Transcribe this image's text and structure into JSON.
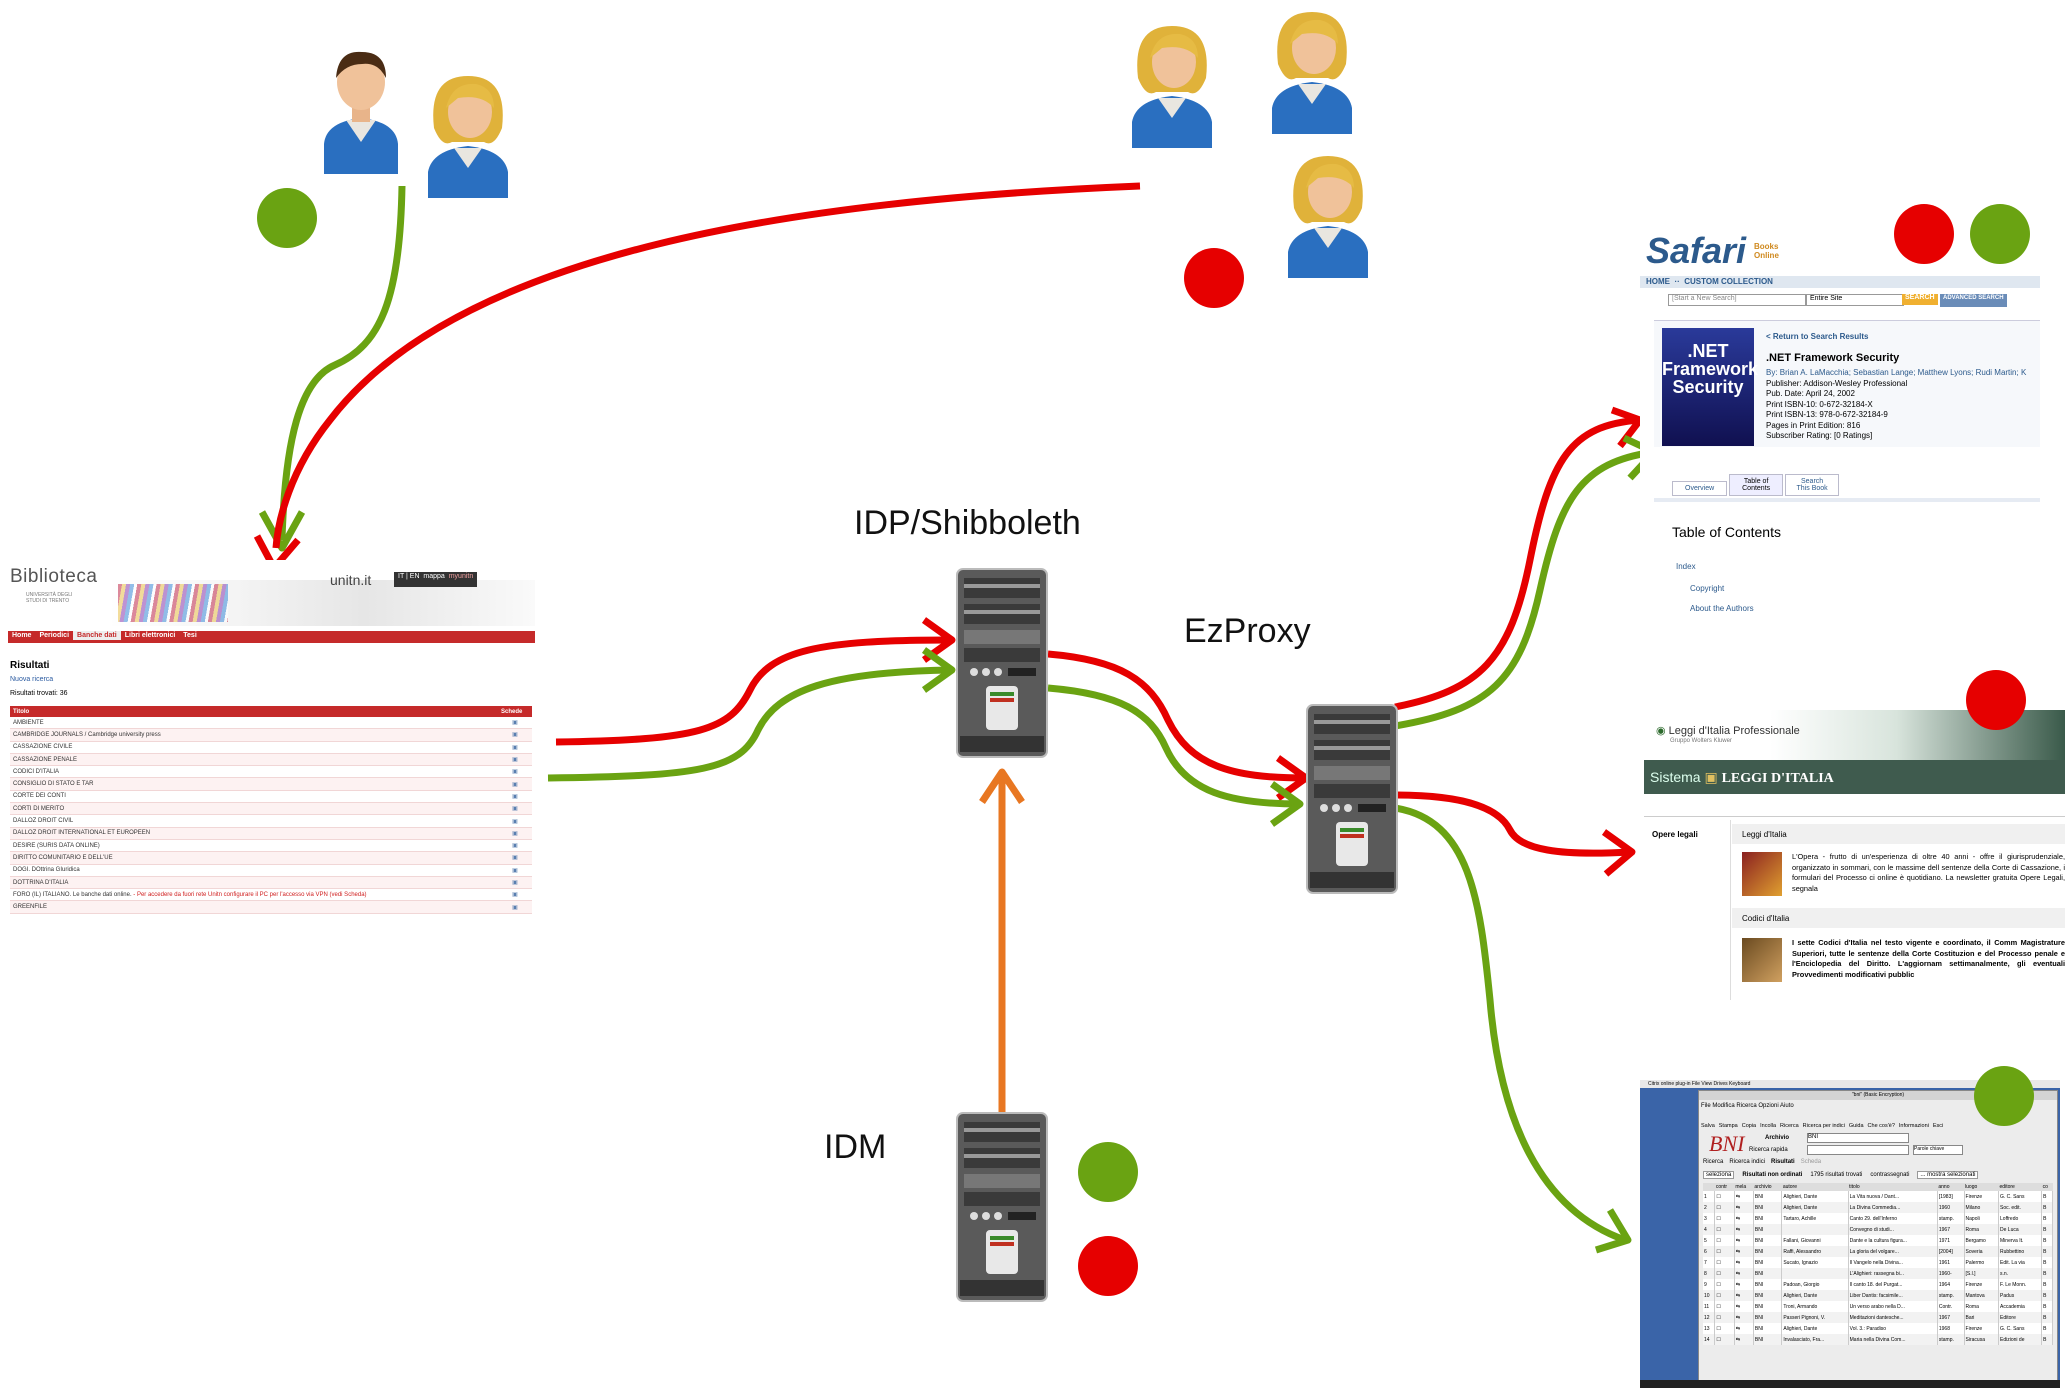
{
  "labels": {
    "idp": "IDP/Shibboleth",
    "ezproxy": "EzProxy",
    "idm": "IDM"
  },
  "colors": {
    "allowed": "#6aa312",
    "denied": "#e60000",
    "idm_link": "#e87722"
  },
  "biblioteca": {
    "brand": "Biblioteca",
    "university": "UNIVERSITÀ DEGLI STUDI DI TRENTO",
    "site": "unitn.it",
    "lang": "IT | EN",
    "map": "mappa",
    "portal": "myunitn",
    "nav": [
      "Home",
      "Periodici",
      "Banche dati",
      "Libri elettronici",
      "Tesi"
    ],
    "heading": "Risultati",
    "new_search": "Nuova ricerca",
    "results_found": "Risultati trovati: 36",
    "col_title": "Titolo",
    "col_sheet": "Schede",
    "rows": [
      "AMBIENTE",
      "CAMBRIDGE JOURNALS / Cambridge university press",
      "CASSAZIONE CIVILE",
      "CASSAZIONE PENALE",
      "CODICI D'ITALIA",
      "CONSIGLIO DI STATO E TAR",
      "CORTE DEI CONTI",
      "CORTI DI MERITO",
      "DALLOZ DROIT CIVIL",
      "DALLOZ DROIT INTERNATIONAL ET EUROPEEN",
      "DESIRE (SURIS DATA ONLINE)",
      "DIRITTO COMUNITARIO E DELL'UE",
      "DOGI. DOttrina GIuridica",
      "DOTTRINA D'ITALIA",
      "FORO (IL) ITALIANO. Le banche dati online.",
      "GREENFILE"
    ],
    "foro_note": "- Per accedere da fuori rete Unitn configurare il PC per l'accesso via VPN (vedi Scheda)"
  },
  "safari": {
    "logo": "Safari",
    "logo_sub": "Books Online",
    "nav_home": "HOME",
    "nav_custom": "CUSTOM COLLECTION",
    "search_placeholder": "[Start a New Search]",
    "scope": "Entire Site",
    "search_btn": "SEARCH",
    "adv_btn": "ADVANCED SEARCH",
    "return_link": "< Return to Search Results",
    "book_cover": ".NET Framework Security",
    "book_title": ".NET Framework Security",
    "by": "By: Brian A. LaMacchia; Sebastian Lange; Matthew Lyons; Rudi Martin; K",
    "publisher": "Publisher: Addison-Wesley Professional",
    "pub_date": "Pub. Date: April 24, 2002",
    "isbn10": "Print ISBN-10: 0-672-32184-X",
    "isbn13": "Print ISBN-13: 978-0-672-32184-9",
    "pages": "Pages in Print Edition: 816",
    "rating": "Subscriber Rating: [0 Ratings]",
    "tabs": [
      "Overview",
      "Table of Contents",
      "Search This Book"
    ],
    "toc_heading": "Table of Contents",
    "toc": [
      "Index",
      "Copyright",
      "About the Authors"
    ]
  },
  "leggi": {
    "logo": "Leggi d'Italia Professionale",
    "logo_sub": "Gruppo Wolters Kluwer",
    "system": "Sistema",
    "banner": "LEGGI D'ITALIA",
    "side_label": "Opere legali",
    "item1_title": "Leggi d'Italia",
    "item1_text": "L'Opera - frutto di un'esperienza di oltre 40 anni - offre il giurisprudenziale, organizzato in sommari, con le massime dell sentenze della Corte di Cassazione, i formulari del Processo ci online è quotidiano. La newsletter gratuita Opere Legali, segnala",
    "item2_title": "Codici d'Italia",
    "item2_text": "I sette Codici d'Italia nel testo vigente e coordinato, il Comm Magistrature Superiori, tutte le sentenze della Corte Costituzion e del Processo penale e l'Enciclopedia del Diritto. L'aggiornam settimanalmente, gli eventuali Provvedimenti modificativi pubblic"
  },
  "bni": {
    "menubar": "Citrix online plug-in   File   View   Drives   Keyboard",
    "window_title": "\"bni\" (Basic Encryption)",
    "app_menu": "File  Modifica  Ricerca  Opzioni  Aiuto",
    "toolbar": [
      "Salva",
      "Stampa",
      "Copia",
      "Incolla",
      "Ricerca",
      "Ricerca per indici",
      "Guida",
      "Che cos'è?",
      "Informazioni",
      "Esci"
    ],
    "archive_label": "Archivio",
    "archive_value": "BNI",
    "quick_label": "Ricerca rapida",
    "keyword": "Parole chiave",
    "tabs": [
      "Ricerca",
      "Ricerca indici",
      "Risultati",
      "Scheda"
    ],
    "select_btn": "seleziona",
    "results_label": "Risultati non ordinati",
    "results_count": "1795 risultati trovati",
    "marked": "contrassegnati",
    "show_selected": "... mostra selezionati",
    "columns": [
      "",
      "contr",
      "mela",
      "archivio",
      "autore",
      "titolo",
      "anno",
      "luogo",
      "editore",
      "co"
    ],
    "rows": [
      [
        "1",
        "Alighieri, Dante",
        "La Vita nuova / Dant...",
        "[1983]",
        "Firenze",
        "G. C. Sans"
      ],
      [
        "2",
        "Alighieri, Dante",
        "La Divina Commedia...",
        "1960",
        "Milano",
        "Soc. edit."
      ],
      [
        "3",
        "Tartaro, Achille",
        "Canto 29. dell'Inferno",
        "stamp.",
        "Napoli",
        "Loffredo"
      ],
      [
        "4",
        "",
        "Convegno di studi...",
        "1967",
        "Roma",
        "De Luca"
      ],
      [
        "5",
        "Fallani, Giovanni",
        "Dante e la cultura figura...",
        "1971",
        "Bergamo",
        "Minerva It."
      ],
      [
        "6",
        "Raffi, Alessandro",
        "La gloria del volgare...",
        "[2004]",
        "Soveria",
        "Rubbettino"
      ],
      [
        "7",
        "Sucato, Ignazio",
        "Il Vangelo nella Divina...",
        "1961",
        "Palermo",
        "Edit. La via"
      ],
      [
        "8",
        "",
        "L'Alighieri: rassegna bi...",
        "1960-",
        "[S.l.]",
        "s.n."
      ],
      [
        "9",
        "Padoan, Giorgio",
        "Il canto 18. del Purgat...",
        "1964",
        "Firenze",
        "F. Le Monn."
      ],
      [
        "10",
        "Alighieri, Dante",
        "Liber Dantis: facsimile...",
        "stamp.",
        "Mantova",
        "Padus"
      ],
      [
        "11",
        "Troni, Armando",
        "Un verso arabo nella D...",
        "Contr.",
        "Roma",
        "Accademia"
      ],
      [
        "12",
        "Passeri Pignoni, V.",
        "Meditazioni dantesche...",
        "1967",
        "Bari",
        "Editore"
      ],
      [
        "13",
        "Alighieri, Dante",
        "Vol. 3.: Paradiso",
        "1968",
        "Firenze",
        "G. C. Sans"
      ],
      [
        "14",
        "Invalasciato, Fra...",
        "Maria nella Divina Com...",
        "stamp.",
        "Siracusa",
        "Edizioni de"
      ]
    ]
  }
}
